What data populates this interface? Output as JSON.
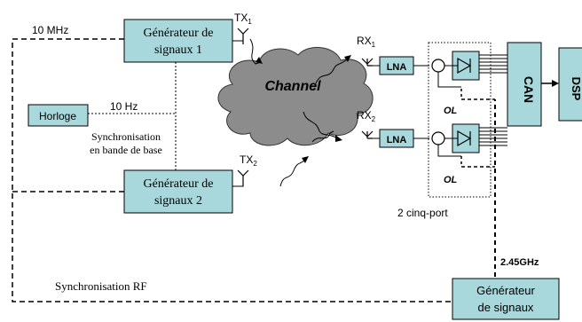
{
  "colors": {
    "box_fill": "#a8d8dc",
    "cloud_fill": "#8c8c8c",
    "stroke": "#000000",
    "background": "#ffffff"
  },
  "blocks": {
    "gen1": "Générateur de|signaux 1",
    "gen2": "Générateur de|signaux 2",
    "gen_rf": "Générateur|de signaux",
    "horloge": "Horloge",
    "lna1": "LNA",
    "lna2": "LNA",
    "can": "CAN",
    "dsp": "DSP",
    "channel": "Channel"
  },
  "labels": {
    "f_10mhz": "10 MHz",
    "f_10hz": "10 Hz",
    "sync_bb": "Synchronisation|en bande de base",
    "sync_rf": "Synchronisation RF",
    "f_245ghz": "2.45GHz",
    "cinq_port": "2 cinq-port",
    "ol1": "OL",
    "ol2": "OL"
  },
  "antennas": {
    "tx1": {
      "base": "TX",
      "sub": "1"
    },
    "tx2": {
      "base": "TX",
      "sub": "2"
    },
    "rx1": {
      "base": "RX",
      "sub": "1"
    },
    "rx2": {
      "base": "RX",
      "sub": "2"
    }
  },
  "icons": [
    "antenna-icon",
    "diode-detector-icon",
    "circulator-icon",
    "signal-wave-icon"
  ]
}
